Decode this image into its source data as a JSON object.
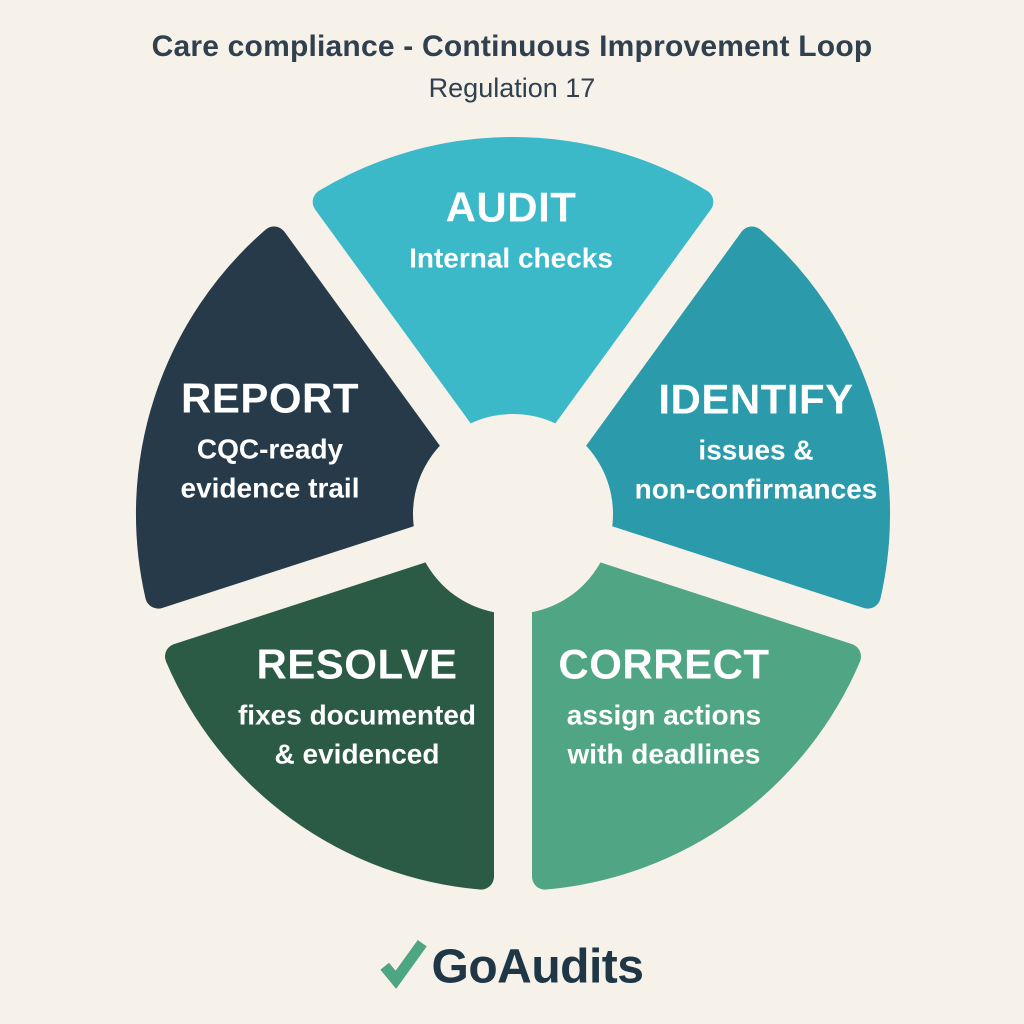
{
  "theme": {
    "background": "#F6F2E9",
    "title_color": "#30404E",
    "text_on_segment": "#FFFFFF",
    "logo_text_color": "#1F3647",
    "logo_check_green": "#4DA581",
    "logo_check_dark_green": "#2C7A58"
  },
  "header": {
    "title": "Care compliance - Continuous Improvement Loop",
    "subtitle": "Regulation 17"
  },
  "wheel": {
    "segments": [
      {
        "id": "audit",
        "label": "AUDIT",
        "lines": [
          "Internal checks"
        ],
        "color": "#3BB9C9"
      },
      {
        "id": "identify",
        "label": "IDENTIFY",
        "lines": [
          "issues &",
          "non-confirmances"
        ],
        "color": "#2B9AAB"
      },
      {
        "id": "correct",
        "label": "CORRECT",
        "lines": [
          "assign actions",
          "with deadlines"
        ],
        "color": "#4FA584"
      },
      {
        "id": "resolve",
        "label": "RESOLVE",
        "lines": [
          "fixes documented",
          "& evidenced"
        ],
        "color": "#2C5B45"
      },
      {
        "id": "report",
        "label": "REPORT",
        "lines": [
          "CQC-ready",
          "evidence trail"
        ],
        "color": "#263A4A"
      }
    ]
  },
  "footer": {
    "logo_text": "GoAudits"
  }
}
